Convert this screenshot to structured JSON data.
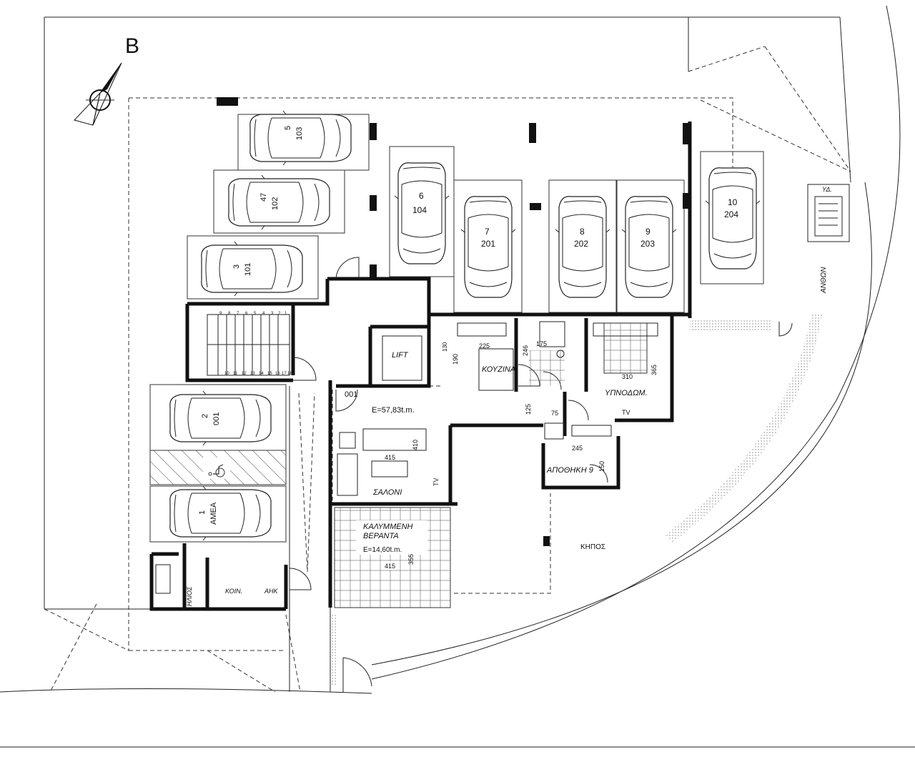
{
  "compass_label": "B",
  "parking": [
    {
      "num": "5",
      "unit": "103"
    },
    {
      "num": "47",
      "unit": "102"
    },
    {
      "num": "3",
      "unit": "101"
    },
    {
      "num": "6",
      "unit": "104"
    },
    {
      "num": "7",
      "unit": "201"
    },
    {
      "num": "8",
      "unit": "202"
    },
    {
      "num": "9",
      "unit": "203"
    },
    {
      "num": "10",
      "unit": "204"
    },
    {
      "num": "2",
      "unit": "001"
    },
    {
      "num": "1",
      "unit": "ΑΜΕΑ"
    }
  ],
  "stairs": {
    "top_numbers": [
      "9",
      "8",
      "7",
      "6",
      "5",
      "4",
      "3",
      "2",
      "1"
    ],
    "bottom_numbers": [
      "10",
      "11",
      "12",
      "13",
      "14",
      "15",
      "16",
      "17",
      "18"
    ]
  },
  "labels": {
    "lift": "LIFT",
    "kitchen": "ΚΟΥΖΙΝΑ",
    "bedroom": "ΥΠΝΟΔΩΜ.",
    "storage": "ΑΠΟΘΗΚΗ 9",
    "living": "ΣΑΛΟΝΙ",
    "veranda_line1": "ΚΑΛΥΜΜΕΝΗ",
    "veranda_line2": "ΒΕΡΑΝΤΑ",
    "veranda_area": "E=14,60t.m.",
    "apartment_area": "E=57,83t.m.",
    "apartment_id": "001",
    "garden": "ΚΗΠΟΣ",
    "flowers": "ΑΝΘΩΝ",
    "yd": "ΥΔ.",
    "solar": "ΗΛΙΟΣ",
    "common": "ΚΟΙΝ.",
    "ahk": "ΑΗΚ",
    "tv1": "TV",
    "tv2": "TV"
  },
  "dimensions": {
    "d225": "225",
    "d246": "246",
    "d175": "175",
    "d310": "310",
    "d365": "365",
    "d190": "190",
    "d130": "130",
    "d125": "125",
    "d75": "75",
    "d245": "245",
    "d150": "150",
    "d415a": "415",
    "d410": "410",
    "d415b": "415",
    "d355": "355"
  }
}
